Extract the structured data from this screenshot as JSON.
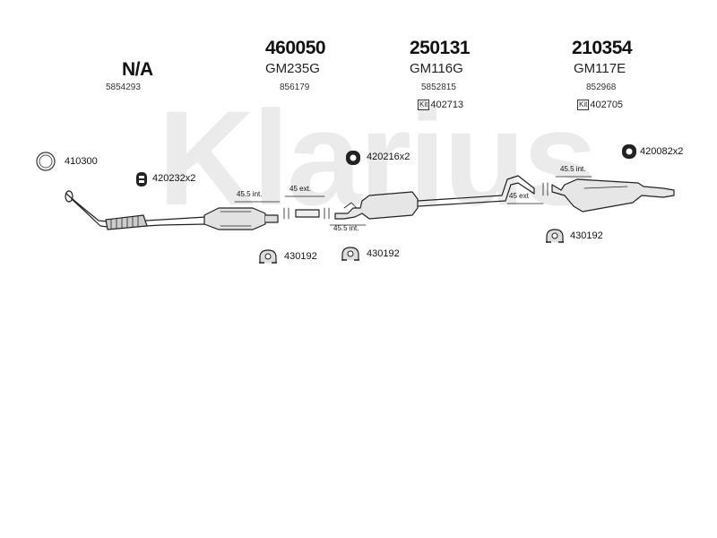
{
  "watermark": "Klarius",
  "sections": [
    {
      "number": "N/A",
      "model": "",
      "oe": "5854293",
      "kit": ""
    },
    {
      "number": "460050",
      "model": "GM235G",
      "oe": "856179",
      "kit": ""
    },
    {
      "number": "250131",
      "model": "GM116G",
      "oe": "5852815",
      "kit": "402713"
    },
    {
      "number": "210354",
      "model": "GM117E",
      "oe": "852968",
      "kit": "402705"
    }
  ],
  "kit_badge": "Kit",
  "accessories": [
    {
      "label": "410300",
      "icon": "gasket-ring-icon"
    },
    {
      "label": "420232x2",
      "icon": "rubber-mount-icon"
    },
    {
      "label": "420216x2",
      "icon": "rubber-hanger-icon"
    },
    {
      "label": "420082x2",
      "icon": "rubber-hanger-icon"
    },
    {
      "label": "430192",
      "icon": "clamp-icon"
    },
    {
      "label": "430192",
      "icon": "clamp-icon"
    },
    {
      "label": "430192",
      "icon": "clamp-icon"
    }
  ],
  "dimensions": [
    "45.5 int.",
    "45 ext.",
    "45.5 int.",
    "45 ext",
    "45.5 int."
  ]
}
